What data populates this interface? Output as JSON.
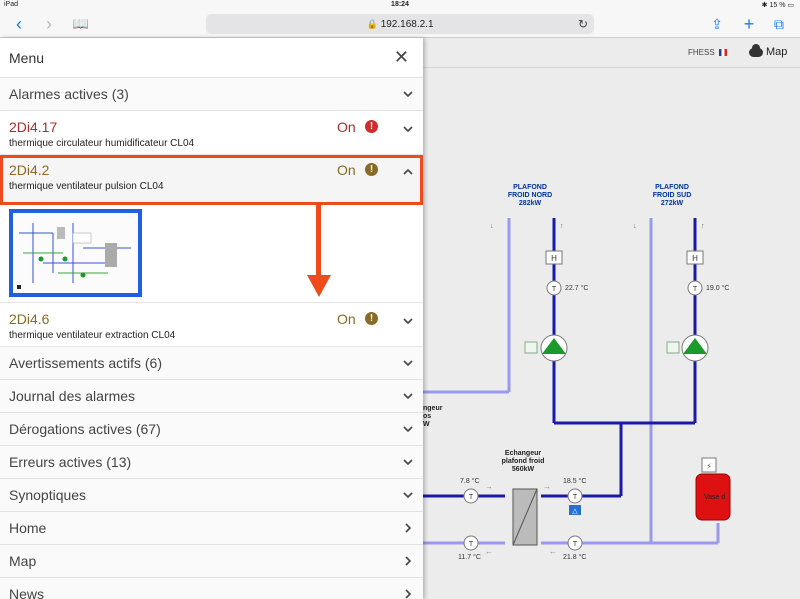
{
  "status_bar": {
    "device": "iPad",
    "time": "18:24",
    "battery": "15 %"
  },
  "browser": {
    "url": "192.168.2.1"
  },
  "menu": {
    "title": "Menu",
    "sections": [
      {
        "label": "Alarmes actives (3)",
        "chevron": "down"
      },
      {
        "label": "Avertissements actifs (6)",
        "chevron": "down"
      },
      {
        "label": "Journal des alarmes",
        "chevron": "down"
      },
      {
        "label": "Dérogations actives (67)",
        "chevron": "down"
      },
      {
        "label": "Erreurs actives (13)",
        "chevron": "down"
      },
      {
        "label": "Synoptiques",
        "chevron": "down"
      },
      {
        "label": "Home",
        "chevron": "right"
      },
      {
        "label": "Map",
        "chevron": "right"
      },
      {
        "label": "News",
        "chevron": "right"
      }
    ],
    "alarms": [
      {
        "code": "2Di4.17",
        "description": "thermique circulateur humidificateur CL04",
        "state": "On",
        "severity_color": "#b22a2a"
      },
      {
        "code": "2Di4.2",
        "description": "thermique ventilateur pulsion CL04",
        "state": "On",
        "severity_color": "#8a6a25"
      },
      {
        "code": "2Di4.6",
        "description": "thermique ventilateur extraction CL04",
        "state": "On",
        "severity_color": "#8a6a25"
      }
    ]
  },
  "synoptic": {
    "user": "FHESS",
    "map_label": "Map",
    "labels": {
      "north": [
        "PLAFOND",
        "FROID NORD",
        "282kW"
      ],
      "south": [
        "PLAFOND",
        "FROID SUD",
        "272kW"
      ],
      "exchanger": [
        "Echangeur",
        "plafond froid",
        "560kW"
      ],
      "partial": [
        "ngeur",
        "os",
        "W"
      ],
      "tank": "Vase d"
    },
    "temps": {
      "north": "22.7 °C",
      "south": "19.0 °C",
      "in_left": "7.8 °C",
      "out_left": "11.7 °C",
      "in_right": "18.5 °C",
      "out_right": "21.8 °C"
    }
  },
  "colors": {
    "annotation_orange": "#ee4b1a",
    "annotation_blue": "#1f5fe0",
    "pipe_dark": "#1a1aa8",
    "pipe_light": "#9999ee"
  }
}
